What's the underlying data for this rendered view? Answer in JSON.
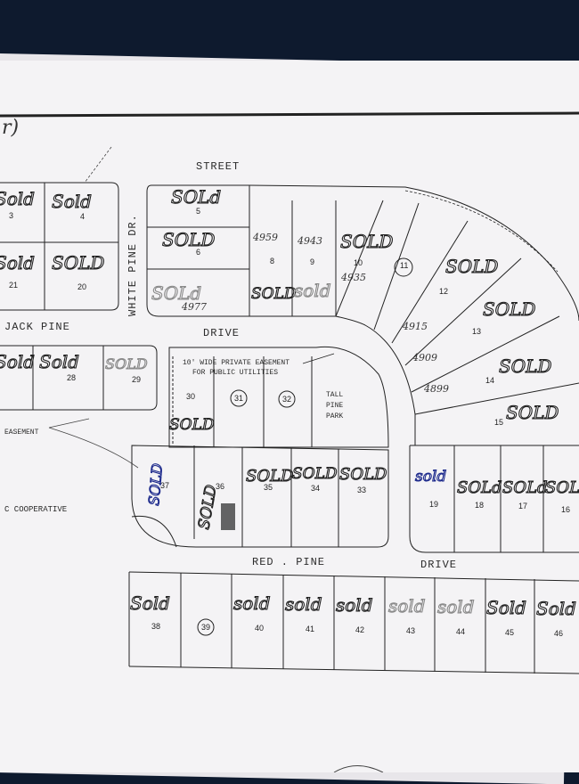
{
  "corner_mark": "r)",
  "streets": {
    "street": "STREET",
    "white_pine": "WHITE PINE DR.",
    "jack_pine": "JACK PINE",
    "drive_upper": "DRIVE",
    "red_pine": "RED . PINE",
    "drive_lower": "DRIVE"
  },
  "notes": {
    "easement_line1": "10' WIDE PRIVATE EASEMENT",
    "easement_line2": "FOR PUBLIC UTILITIES",
    "park_line1": "TALL",
    "park_line2": "PINE",
    "park_line3": "PARK",
    "easement_left": "EASEMENT",
    "cooperative": "C COOPERATIVE"
  },
  "lots": {
    "l3": "3",
    "l4": "4",
    "l5": "5",
    "l6": "6",
    "l8": "8",
    "l9": "9",
    "l10": "10",
    "l11": "11",
    "l12": "12",
    "l13": "13",
    "l14": "14",
    "l15": "15",
    "l16": "16",
    "l17": "17",
    "l18": "18",
    "l19": "19",
    "l20": "20",
    "l21": "21",
    "l28": "28",
    "l29": "29",
    "l30": "30",
    "l31": "31",
    "l32": "32",
    "l33": "33",
    "l34": "34",
    "l35": "35",
    "l36": "36",
    "l37": "37",
    "l38": "38",
    "l39": "39",
    "l40": "40",
    "l41": "41",
    "l42": "42",
    "l43": "43",
    "l44": "44",
    "l45": "45",
    "l46": "46"
  },
  "handwriting": {
    "sold_lower": "Sold",
    "sold_upper": "SOLD",
    "sold_mixed": "SOLd",
    "sold_small": "sold",
    "addr_4959": "4959",
    "addr_4943": "4943",
    "addr_4935": "4935",
    "addr_4977": "4977",
    "addr_4915": "4915",
    "addr_4909": "4909",
    "addr_4899": "4899"
  },
  "colors": {
    "ink": "#222222",
    "blue_ink": "#1d2a8c",
    "paper": "#f4f3f5",
    "background": "#0e1a2e"
  }
}
